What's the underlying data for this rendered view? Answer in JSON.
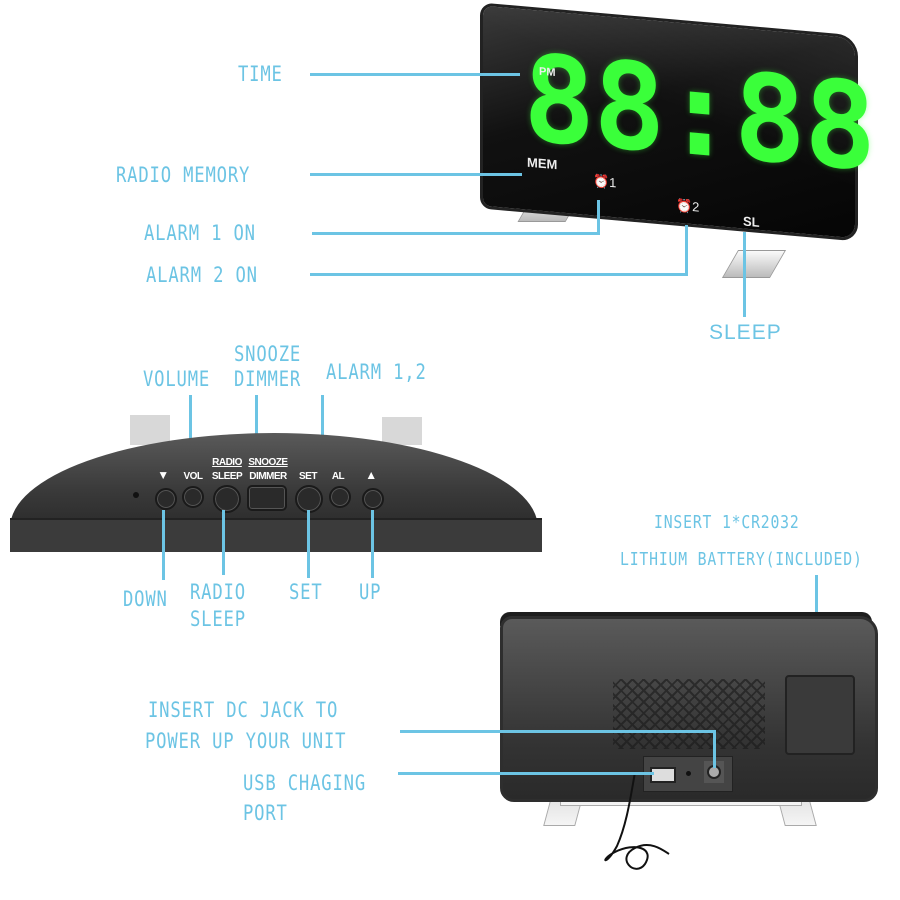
{
  "colors": {
    "label": "#6cc4e4",
    "display_digits": "#3aff3a",
    "body": "#1a1a1a"
  },
  "front_view": {
    "display": {
      "time": "88:88",
      "pm_indicator": "PM",
      "mem_indicator": "MEM",
      "alarm1_indicator": "⏰1",
      "alarm2_indicator": "⏰2",
      "sleep_indicator": "SL"
    },
    "callouts": [
      {
        "id": "time",
        "label": "TIME"
      },
      {
        "id": "radio-memory",
        "label": "RADIO MEMORY"
      },
      {
        "id": "alarm-1-on",
        "label": "ALARM 1 ON"
      },
      {
        "id": "alarm-2-on",
        "label": "ALARM 2 ON"
      },
      {
        "id": "sleep",
        "label": "SLEEP"
      }
    ]
  },
  "top_view": {
    "buttons": [
      {
        "id": "down",
        "glyph": "▼"
      },
      {
        "id": "vol",
        "glyph": "VOL"
      },
      {
        "id": "radio-sleep",
        "glyph_top": "RADIO",
        "glyph_bottom": "SLEEP"
      },
      {
        "id": "snooze-dimmer",
        "glyph_top": "SNOOZE",
        "glyph_bottom": "DIMMER"
      },
      {
        "id": "set",
        "glyph": "SET"
      },
      {
        "id": "al",
        "glyph": "AL"
      },
      {
        "id": "up",
        "glyph": "▲"
      }
    ],
    "callouts_top": [
      {
        "id": "volume",
        "label": "VOLUME"
      },
      {
        "id": "snooze-dimmer",
        "label_line1": "SNOOZE",
        "label_line2": "DIMMER"
      },
      {
        "id": "alarm-1-2",
        "label": "ALARM 1,2"
      }
    ],
    "callouts_bottom": [
      {
        "id": "down",
        "label": "DOWN"
      },
      {
        "id": "radio-sleep",
        "label_line1": "RADIO",
        "label_line2": "SLEEP"
      },
      {
        "id": "set",
        "label": "SET"
      },
      {
        "id": "up",
        "label": "UP"
      }
    ]
  },
  "back_view": {
    "callouts": [
      {
        "id": "battery",
        "label_line1": "INSERT 1*CR2032",
        "label_line2": "LITHIUM BATTERY(INCLUDED)"
      },
      {
        "id": "dc-jack",
        "label_line1": "INSERT DC JACK TO",
        "label_line2": "POWER UP YOUR UNIT"
      },
      {
        "id": "usb-port",
        "label_line1": "USB CHAGING",
        "label_line2": "PORT"
      }
    ]
  }
}
